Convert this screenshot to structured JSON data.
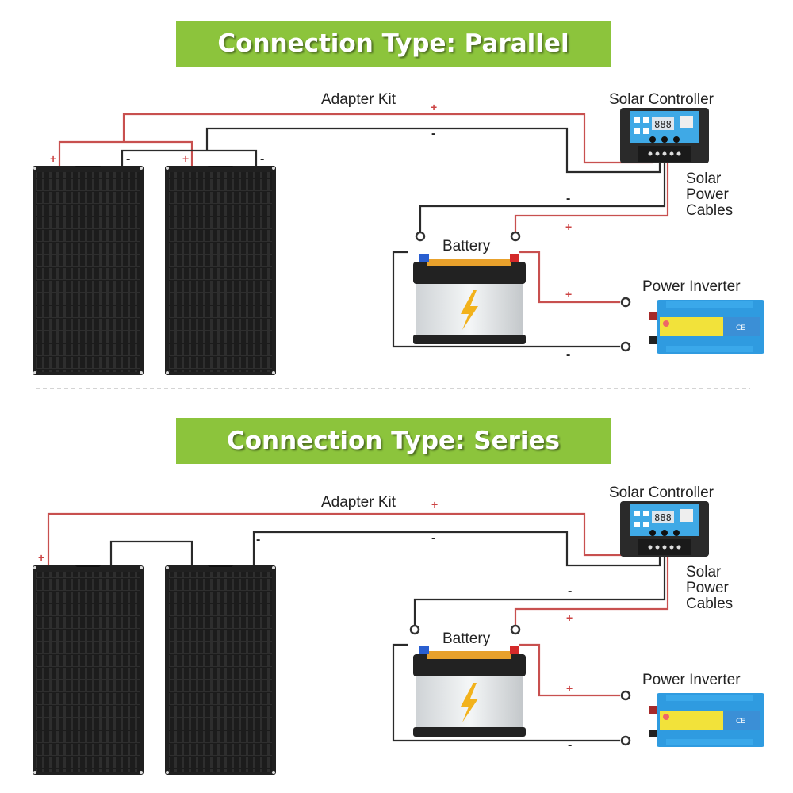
{
  "sections": [
    {
      "title": "Connection Type: Parallel",
      "labels": {
        "adapter_kit": "Adapter Kit",
        "solar_controller": "Solar Controller",
        "solar_power_cables": [
          "Solar",
          "Power",
          "Cables"
        ],
        "battery": "Battery",
        "power_inverter": "Power Inverter"
      },
      "polarity": {
        "plus": "+",
        "minus": "-"
      }
    },
    {
      "title": "Connection Type: Series",
      "labels": {
        "adapter_kit": "Adapter Kit",
        "solar_controller": "Solar Controller",
        "solar_power_cables": [
          "Solar",
          "Power",
          "Cables"
        ],
        "battery": "Battery",
        "power_inverter": "Power Inverter"
      },
      "polarity": {
        "plus": "+",
        "minus": "-"
      }
    }
  ],
  "colors": {
    "banner": "#8cc43c",
    "positive_wire": "#c8504f",
    "negative_wire": "#2a2a2a",
    "inverter": "#2f9be0",
    "controller": "#3fa9e6"
  }
}
